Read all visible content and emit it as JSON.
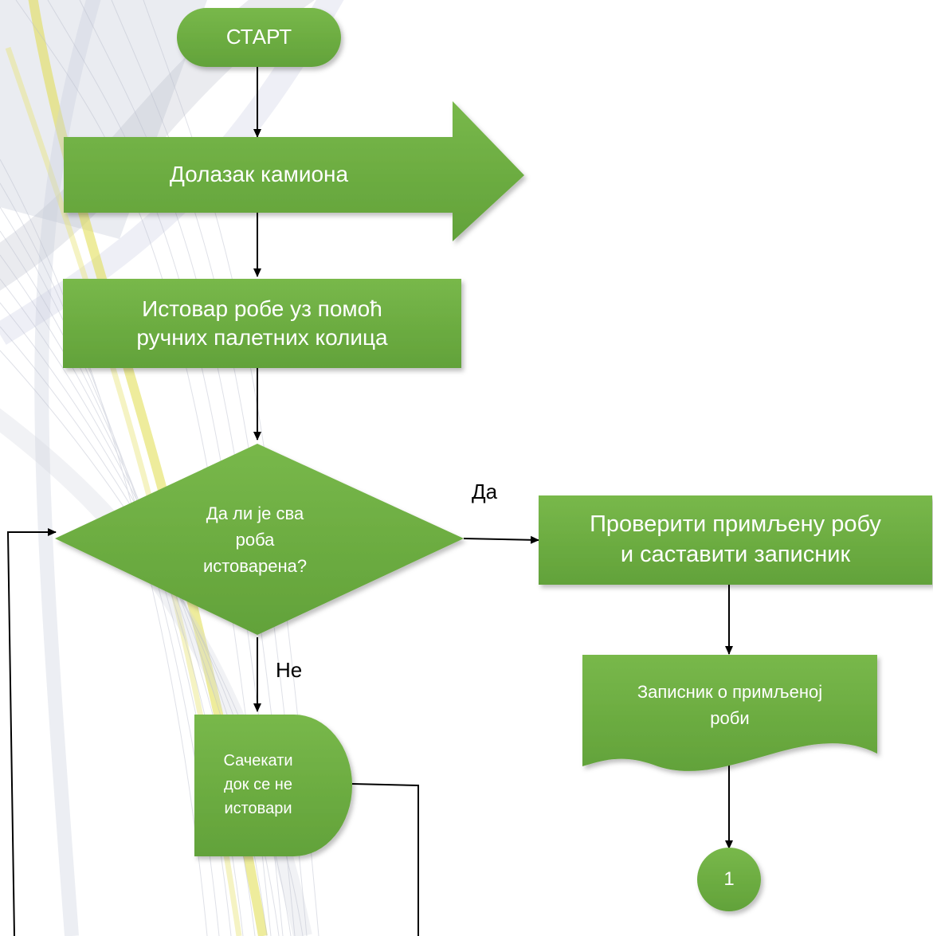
{
  "diagram": {
    "nodes": {
      "start": {
        "label": "СТАРТ"
      },
      "truck_arrival": {
        "label": "Долазак камиона"
      },
      "unload": {
        "label": "Истовар робе уз помоћ\nручних палетних колица"
      },
      "decision": {
        "label": "Да ли је сва\nроба\nистоварена?"
      },
      "check": {
        "label": "Проверити примљену робу\nи саставити записник"
      },
      "document": {
        "label": "Записник о примљеној\nроби"
      },
      "wait": {
        "label": "Сачекати\nдок се не\nистовари"
      },
      "connector": {
        "label": "1"
      }
    },
    "edges": {
      "yes_label": "Да",
      "no_label": "Не"
    },
    "colors": {
      "node_fill": "#6aaa3f",
      "node_fill_light": "#7dba4e",
      "node_text": "#ffffff",
      "line": "#000000"
    }
  }
}
